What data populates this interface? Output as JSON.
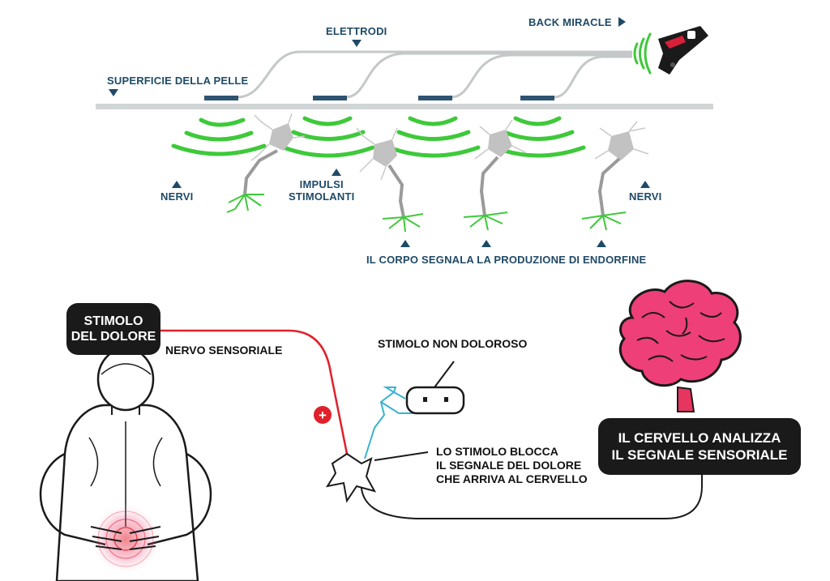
{
  "top": {
    "labels": {
      "superficie": "SUPERFICIE DELLA PELLE",
      "elettrodi": "ELETTRODI",
      "back_miracle": "BACK MIRACLE",
      "nervi_left": "NERVI",
      "impulsi_1": "IMPULSI",
      "impulsi_2": "STIMOLANTI",
      "nervi_right": "NERVI",
      "endorfine": "IL CORPO SEGNALA LA PRODUZIONE DI ENDORFINE"
    }
  },
  "bottom": {
    "pain_box": {
      "line1": "STIMOLO",
      "line2": "DEL DOLORE"
    },
    "nervo_sensoriale": "NERVO SENSORIALE",
    "stimolo_non_doloroso": "STIMOLO NON DOLOROSO",
    "blocca": {
      "line1": "LO STIMOLO BLOCCA",
      "line2": "IL SEGNALE DEL DOLORE",
      "line3": "CHE ARRIVA AL CERVELLO"
    },
    "brain_box": {
      "line1": "IL CERVELLO ANALIZZA",
      "line2": "IL SEGNALE SENSORIALE"
    },
    "plus_symbol": "+"
  },
  "colors": {
    "label_blue": "#1f4a66",
    "electrode": "#2e5470",
    "skin_line": "#d0d3d4",
    "wave_green": "#3ec93a",
    "neuron_gray": "#bdbdbd",
    "pain_red": "#e0202a",
    "brain_pink": "#ee3f78",
    "cyan": "#3bb2cf",
    "box_black": "#1a1a1a"
  }
}
